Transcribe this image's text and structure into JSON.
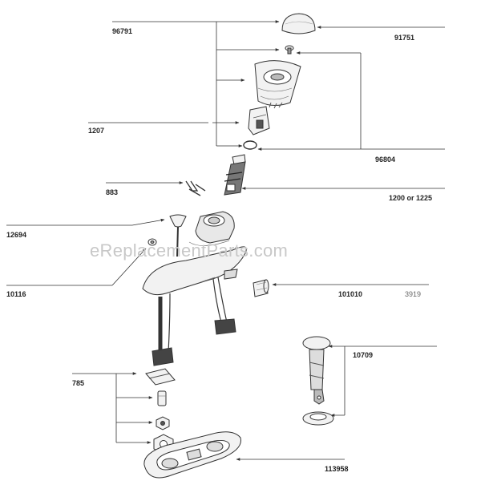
{
  "labels": {
    "p96791": "96791",
    "p91751": "91751",
    "p1207": "1207",
    "p96804": "96804",
    "p883": "883",
    "p1200": "1200 or 1225",
    "p12694": "12694",
    "p10116": "10116",
    "p101010": "101010",
    "p3919": "3919",
    "p10709": "10709",
    "p785": "785",
    "p113958": "113958"
  },
  "watermark": "eReplacementParts.com",
  "colors": {
    "line": "#333333",
    "part_fill": "#f2f2f2",
    "dark_fill": "#555555",
    "watermark": "#c8c8c8"
  }
}
